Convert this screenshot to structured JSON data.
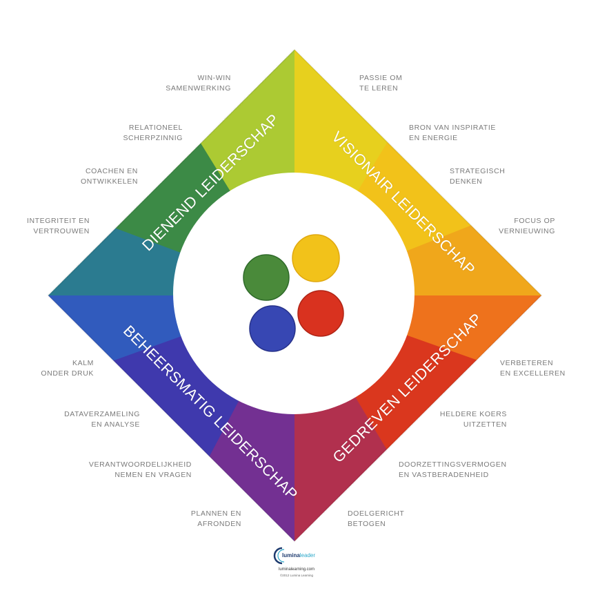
{
  "quadrants": {
    "top_left": "DIENEND LEIDERSCHAP",
    "top_right": "VISIONAIR LEIDERSCHAP",
    "bottom_left": "BEHEERSMATIG LEIDERSCHAP",
    "bottom_right": "GEDREVEN LEIDERSCHAP"
  },
  "labels": {
    "win_win": [
      "WIN-WIN",
      "SAMENWERKING"
    ],
    "relationeel": [
      "RELATIONEEL",
      "SCHERPZINNIG"
    ],
    "coachen": [
      "COACHEN EN",
      "ONTWIKKELEN"
    ],
    "integriteit": [
      "INTEGRITEIT EN",
      "VERTROUWEN"
    ],
    "passie": [
      "PASSIE OM",
      "TE LEREN"
    ],
    "bron": [
      "BRON VAN INSPIRATIE",
      "EN ENERGIE"
    ],
    "strategisch": [
      "STRATEGISCH",
      "DENKEN"
    ],
    "focus": [
      "FOCUS OP",
      "VERNIEUWING"
    ],
    "kalm": [
      "KALM",
      "ONDER DRUK"
    ],
    "data": [
      "DATAVERZAMELING",
      "EN ANALYSE"
    ],
    "verantwoordelijkheid": [
      "VERANTWOORDELIJKHEID",
      "NEMEN EN VRAGEN"
    ],
    "plannen": [
      "PLANNEN EN",
      "AFRONDEN"
    ],
    "verbeteren": [
      "VERBETEREN",
      "EN EXCELLEREN"
    ],
    "heldere": [
      "HELDERE KOERS",
      "UITZETTEN"
    ],
    "doorzetting": [
      "DOORZETTINGSVERMOGEN",
      "EN VASTBERADENHEID"
    ],
    "doelgericht": [
      "DOELGERICHT",
      "BETOGEN"
    ]
  },
  "colors": {
    "green": "#3f8a3a",
    "yellow": "#f2c81c",
    "red": "#d9321f",
    "blue": "#2f47b5",
    "purple": "#7a2f8e",
    "orange": "#f08a1c",
    "yellow_green": "#c9d63a"
  },
  "logo": {
    "brand": "lumina",
    "brand_accent": "leader",
    "url": "luminalearning.com",
    "copyright": "©2012 Lumina Learning"
  }
}
